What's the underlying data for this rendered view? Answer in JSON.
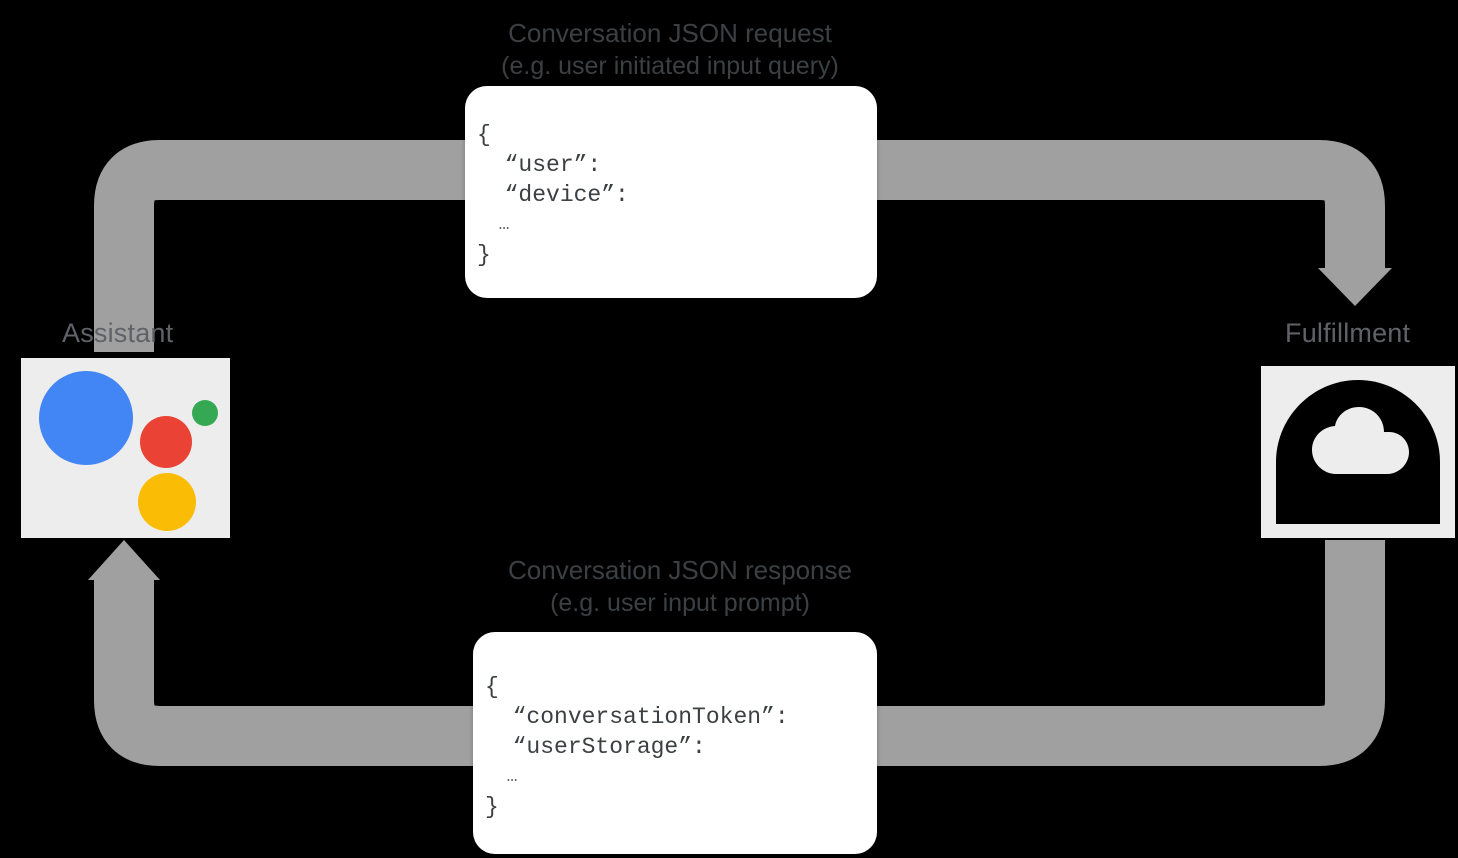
{
  "diagram": {
    "title": "Conversation flow between Google Assistant and Fulfillment",
    "nodes": {
      "assistant": {
        "label": "Assistant",
        "icon": "google-assistant-icon",
        "tile_color": "#ededed",
        "dot_colors": {
          "blue": "#4285f4",
          "red": "#ea4335",
          "yellow": "#fbbc05",
          "green": "#34a853"
        }
      },
      "fulfillment": {
        "label": "Fulfillment",
        "icon": "google-cloud-icon",
        "tile_color": "#ededed",
        "icon_color": "#000000"
      }
    },
    "flows": [
      {
        "id": "request",
        "title": "Conversation JSON request",
        "subtitle": "(e.g. user initiated input query)",
        "direction": "assistant-to-fulfillment",
        "arrow_color": "#a0a0a0",
        "payload": {
          "open_brace": "{",
          "lines": [
            "  “user”:",
            "  “device”:"
          ],
          "ellipsis": "  …",
          "close_brace": "}"
        }
      },
      {
        "id": "response",
        "title": "Conversation JSON response",
        "subtitle": "(e.g. user input prompt)",
        "direction": "fulfillment-to-assistant",
        "arrow_color": "#a0a0a0",
        "payload": {
          "open_brace": "{",
          "lines": [
            "  “conversationToken”:",
            "  “userStorage”:"
          ],
          "ellipsis": "  …",
          "close_brace": "}"
        }
      }
    ],
    "colors": {
      "background": "#000000",
      "arrow": "#a0a0a0",
      "label_text": "#5f6368",
      "caption_text": "#3c4043",
      "card_background": "#ffffff"
    }
  }
}
